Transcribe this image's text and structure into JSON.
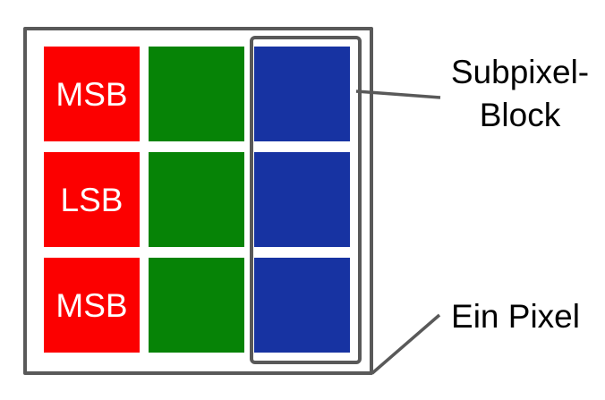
{
  "diagram": {
    "grid": {
      "rows": [
        {
          "cells": [
            {
              "color": "red",
              "label": "MSB"
            },
            {
              "color": "green",
              "label": ""
            },
            {
              "color": "blue",
              "label": ""
            }
          ]
        },
        {
          "cells": [
            {
              "color": "red",
              "label": "LSB"
            },
            {
              "color": "green",
              "label": ""
            },
            {
              "color": "blue",
              "label": ""
            }
          ]
        },
        {
          "cells": [
            {
              "color": "red",
              "label": "MSB"
            },
            {
              "color": "green",
              "label": ""
            },
            {
              "color": "blue",
              "label": ""
            }
          ]
        }
      ]
    },
    "annotations": {
      "subpixel_block_line1": "Subpixel-",
      "subpixel_block_line2": "Block",
      "ein_pixel": "Ein Pixel"
    },
    "colors": {
      "red": "#fc0000",
      "green": "#068306",
      "blue": "#1733a2",
      "outline": "#595959",
      "square_label_text": "#ffffff",
      "annotation_text": "#000000"
    }
  }
}
